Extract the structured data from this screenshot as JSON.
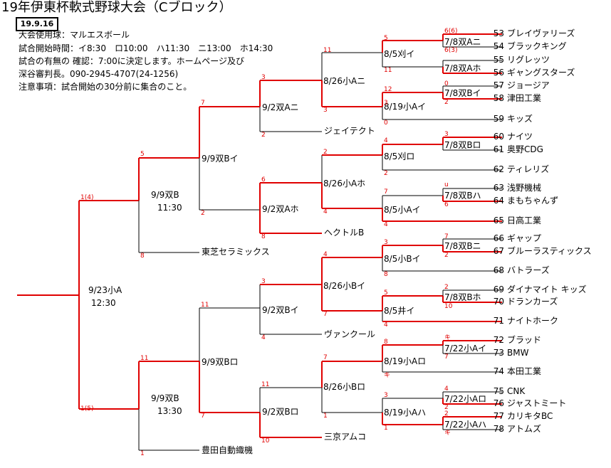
{
  "title": "19年伊東杯軟式野球大会（Cブロック）",
  "date": "19.9.16",
  "info": [
    "大会使用球：マルエスボール",
    "試合開始時間：イ8:30　ロ10:00　ハ11:30　ニ13:00　ホ14:30",
    "試合の有無の 確認：7:00に決定します。ホームページ及び",
    "深谷審判長。090-2945-4707(24-1256)",
    "注意事項：試合開始の30分前に集合のこと。"
  ],
  "teams": [
    {
      "no": "53",
      "name": "ブレイヴァリーズ"
    },
    {
      "no": "54",
      "name": "ブラックキング"
    },
    {
      "no": "55",
      "name": "リグレッツ"
    },
    {
      "no": "56",
      "name": "ギャングスターズ"
    },
    {
      "no": "57",
      "name": "ジョージア"
    },
    {
      "no": "58",
      "name": "津田工業"
    },
    {
      "no": "59",
      "name": "キッズ"
    },
    {
      "no": "60",
      "name": "ナイツ"
    },
    {
      "no": "61",
      "name": "奥野CDG"
    },
    {
      "no": "62",
      "name": "ティレリズ"
    },
    {
      "no": "63",
      "name": "浅野機械"
    },
    {
      "no": "64",
      "name": "まもちゃんず"
    },
    {
      "no": "65",
      "name": "日高工業"
    },
    {
      "no": "66",
      "name": "ギャップ"
    },
    {
      "no": "67",
      "name": "ブルーラスティックス"
    },
    {
      "no": "68",
      "name": "バトラーズ"
    },
    {
      "no": "69",
      "name": "ダイナマイト キッズ"
    },
    {
      "no": "70",
      "name": "ドランカーズ"
    },
    {
      "no": "71",
      "name": "ナイトホーク"
    },
    {
      "no": "72",
      "name": "ブラッド"
    },
    {
      "no": "73",
      "name": "BMW"
    },
    {
      "no": "74",
      "name": "本田工業"
    },
    {
      "no": "75",
      "name": "CNK"
    },
    {
      "no": "76",
      "name": "ジャストミート"
    },
    {
      "no": "77",
      "name": "カリキタBC"
    },
    {
      "no": "78",
      "name": "アトムズ"
    }
  ],
  "mid_teams": [
    "ジェイテクト",
    "ヘクトルB",
    "ヴァンクール",
    "三京アムコ",
    "東芝セラミックス",
    "豊田自動織機"
  ],
  "matches": {
    "r1": [
      "7/8双Aニ",
      "7/8双Aホ",
      "7/8双Bイ",
      "7/8双Bロ",
      "7/8双Bハ",
      "7/8双Bニ",
      "7/8双Bホ",
      "7/22小Aイ",
      "7/22小Aロ",
      "7/22小Aハ"
    ],
    "r2": [
      "8/5刈イ",
      "8/19小Aイ",
      "8/5刈ロ",
      "8/5小Aイ",
      "8/5小Bイ",
      "8/5井イ",
      "8/19小Aロ",
      "8/19小Aハ"
    ],
    "r3": [
      "8/26小Aニ",
      "8/26小Aホ",
      "8/26小Bイ",
      "8/26小Bロ"
    ],
    "r4": [
      "9/2双Aニ",
      "9/2双Aホ",
      "9/2双Bイ",
      "9/2双Bロ"
    ],
    "r5": [
      "9/9双Bイ",
      "9/9双Bロ"
    ],
    "r6": [
      {
        "date": "9/9双B",
        "time": "11:30"
      },
      {
        "date": "9/9双B",
        "time": "13:30"
      }
    ],
    "final": {
      "date": "9/23小A",
      "time": "12:30"
    }
  },
  "scores": {
    "r1": [
      "6(6)",
      "6(3)",
      "0",
      "2",
      "3",
      "u",
      "6",
      "7",
      "2",
      "2",
      "10",
      "キ",
      "7",
      "4",
      "2",
      "2",
      "キ"
    ],
    "r2": [
      "5",
      "11",
      "12",
      "3",
      "0",
      "4",
      "2",
      "7",
      "4",
      "3",
      "8",
      "5",
      "4",
      "8",
      "キ",
      "3",
      "1"
    ],
    "r3": [
      "11",
      "3",
      "2",
      "4",
      "4",
      "7",
      "7",
      "1"
    ],
    "r4": [
      "3",
      "2",
      "6",
      "8",
      "3",
      "4",
      "11",
      "10"
    ],
    "r5": [
      "7",
      "2",
      "11",
      "7"
    ],
    "r6": [
      "5",
      "8",
      "11",
      "1"
    ],
    "final": [
      "1(4)",
      "1(5)"
    ]
  },
  "colors": {
    "win": "#e00000",
    "lose": "#000000"
  }
}
